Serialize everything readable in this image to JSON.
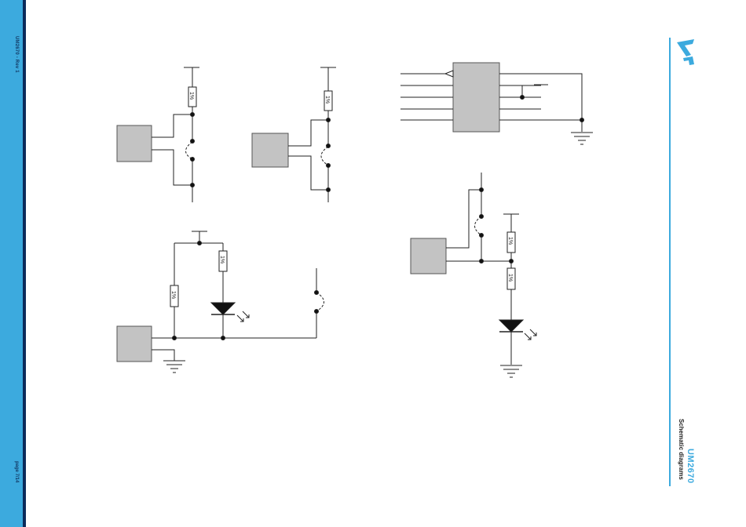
{
  "sidebar": {
    "revision": "UM2670 - Rev 1",
    "page": "page 7/14"
  },
  "header": {
    "doc_id": "UM2670",
    "section": "Schematic diagrams"
  },
  "logo": {
    "name": "st-logo-icon",
    "color": "#3caade"
  },
  "schematic": {
    "resistor_label": "1%"
  },
  "colors": {
    "sidebar": "#3caade",
    "sidebar_edge": "#0b2b5b",
    "block_fill": "#c3c3c3"
  }
}
